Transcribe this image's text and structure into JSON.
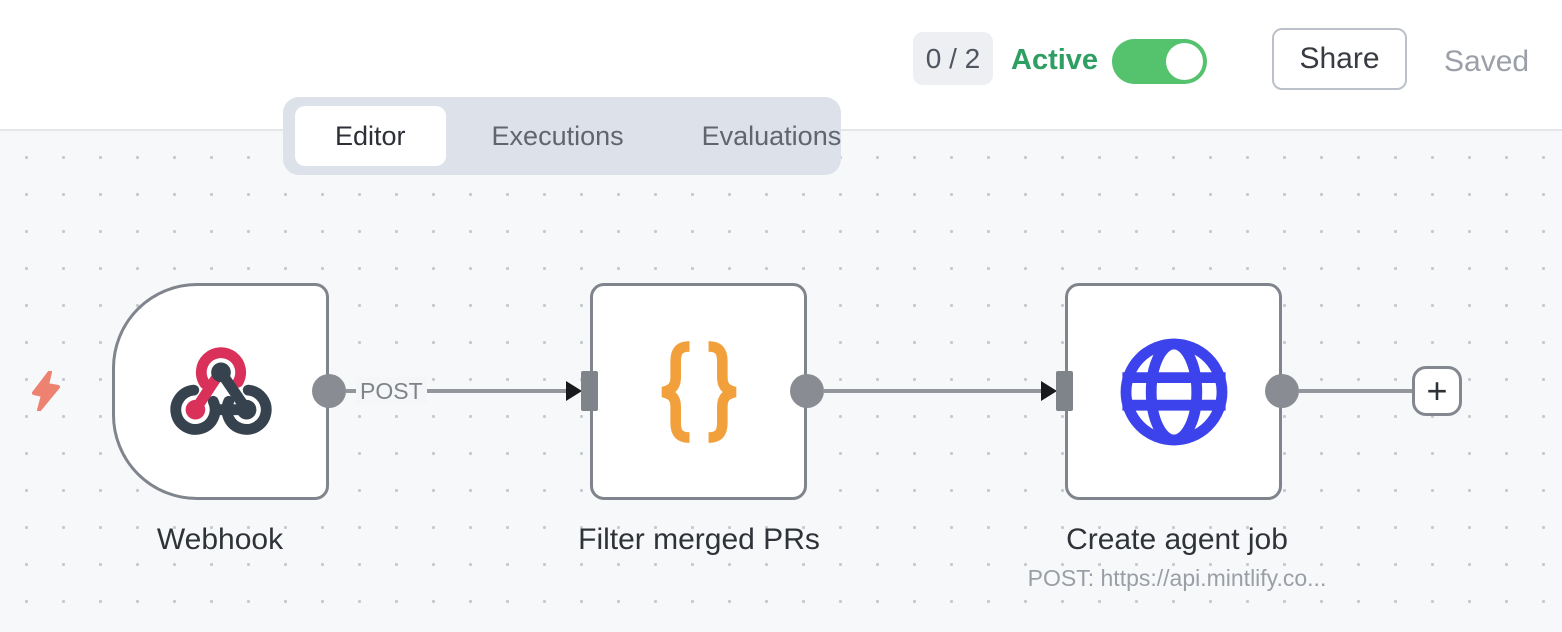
{
  "header": {
    "counter": "0 / 2",
    "active_label": "Active",
    "toggle_state": "on",
    "share_label": "Share",
    "saved_label": "Saved"
  },
  "tabs": [
    {
      "label": "Editor",
      "active": true
    },
    {
      "label": "Executions",
      "active": false
    },
    {
      "label": "Evaluations",
      "active": false
    }
  ],
  "canvas": {
    "nodes": [
      {
        "name": "Webhook",
        "icon": "webhook-icon",
        "type": "trigger"
      },
      {
        "name": "Filter merged PRs",
        "icon": "code-braces-icon",
        "type": "default"
      },
      {
        "name": "Create agent job",
        "icon": "globe-icon",
        "type": "default",
        "subtitle": "POST: https://api.mintlify.co..."
      }
    ],
    "connection_label": "POST",
    "add_button_label": "+"
  },
  "colors": {
    "toggle_green": "#55c26d",
    "active_text_green": "#2e9e63",
    "webhook_pink": "#d93159",
    "webhook_dark": "#36424d",
    "braces_orange": "#f2a03b",
    "globe_blue": "#3c43ec",
    "bolt_coral": "#ee8270",
    "canvas_bg": "#f7f8fa",
    "node_border": "#80858d"
  }
}
